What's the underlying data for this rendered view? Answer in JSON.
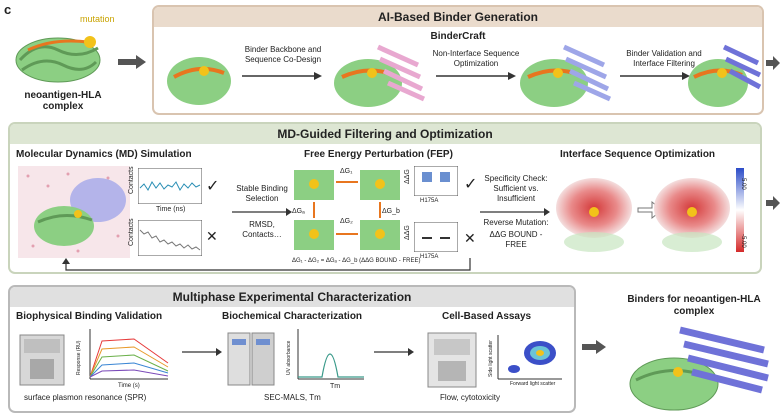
{
  "panel_label": "c",
  "mutation_label": "mutation",
  "complex_label": "neoantigen-HLA complex",
  "section1": {
    "title": "AI-Based Binder Generation",
    "tool": "BinderCraft",
    "step1": "Binder Backbone and Sequence Co-Design",
    "step2": "Non-Interface Sequence Optimization",
    "step3": "Binder Validation and Interface Filtering"
  },
  "section2": {
    "title": "MD-Guided Filtering and Optimization",
    "md_title": "Molecular Dynamics (MD) Simulation",
    "contacts_label": "Contacts",
    "time_label": "Time (ns)",
    "stable_label": "Stable Binding Selection",
    "rmsd_label": "RMSD, Contacts…",
    "fep_title": "Free Energy Perturbation (FEP)",
    "dg1": "ΔG₁",
    "dg2": "ΔG₂",
    "dga": "ΔGₐ",
    "dgb": "ΔG_b",
    "fep_eq": "ΔG₁ - ΔG₂ = ΔGₐ - ΔG_b (ΔΔG BOUND - FREE)",
    "ddg_label": "ΔΔG",
    "mut_axis": "H175A",
    "spec_check": "Specificity Check: Sufficient vs. Insufficient",
    "reverse_mut": "Reverse Mutation:",
    "ddg_bound_free": "ΔΔG BOUND - FREE",
    "iso_title": "Interface Sequence Optimization",
    "cbar_top": "5.00",
    "cbar_bottom": "-5.00",
    "check": "✓",
    "cross": "✕"
  },
  "section3": {
    "title": "Multiphase Experimental Characterization",
    "bio_title": "Biophysical Binding Validation",
    "spr_label": "surface plasmon resonance (SPR)",
    "spr_y": "Response (RU)",
    "spr_x": "Time (s)",
    "biochem_title": "Biochemical Characterization",
    "uv_label": "UV absorbance",
    "tm_label": "Tm",
    "secmals": "SEC-MALS, Tm",
    "cell_title": "Cell-Based Assays",
    "side_scatter": "Side light scatter",
    "forward_scatter": "Forward light scatter",
    "flow": "Flow, cytotoxicity"
  },
  "binders_label": "Binders for neoantigen-HLA complex",
  "colors": {
    "protein_green": "#8ccf83",
    "binder_pink": "#e8a8d0",
    "binder_blue": "#6f72d8",
    "mutation_yellow": "#f2c21a",
    "orange": "#e8761f"
  }
}
